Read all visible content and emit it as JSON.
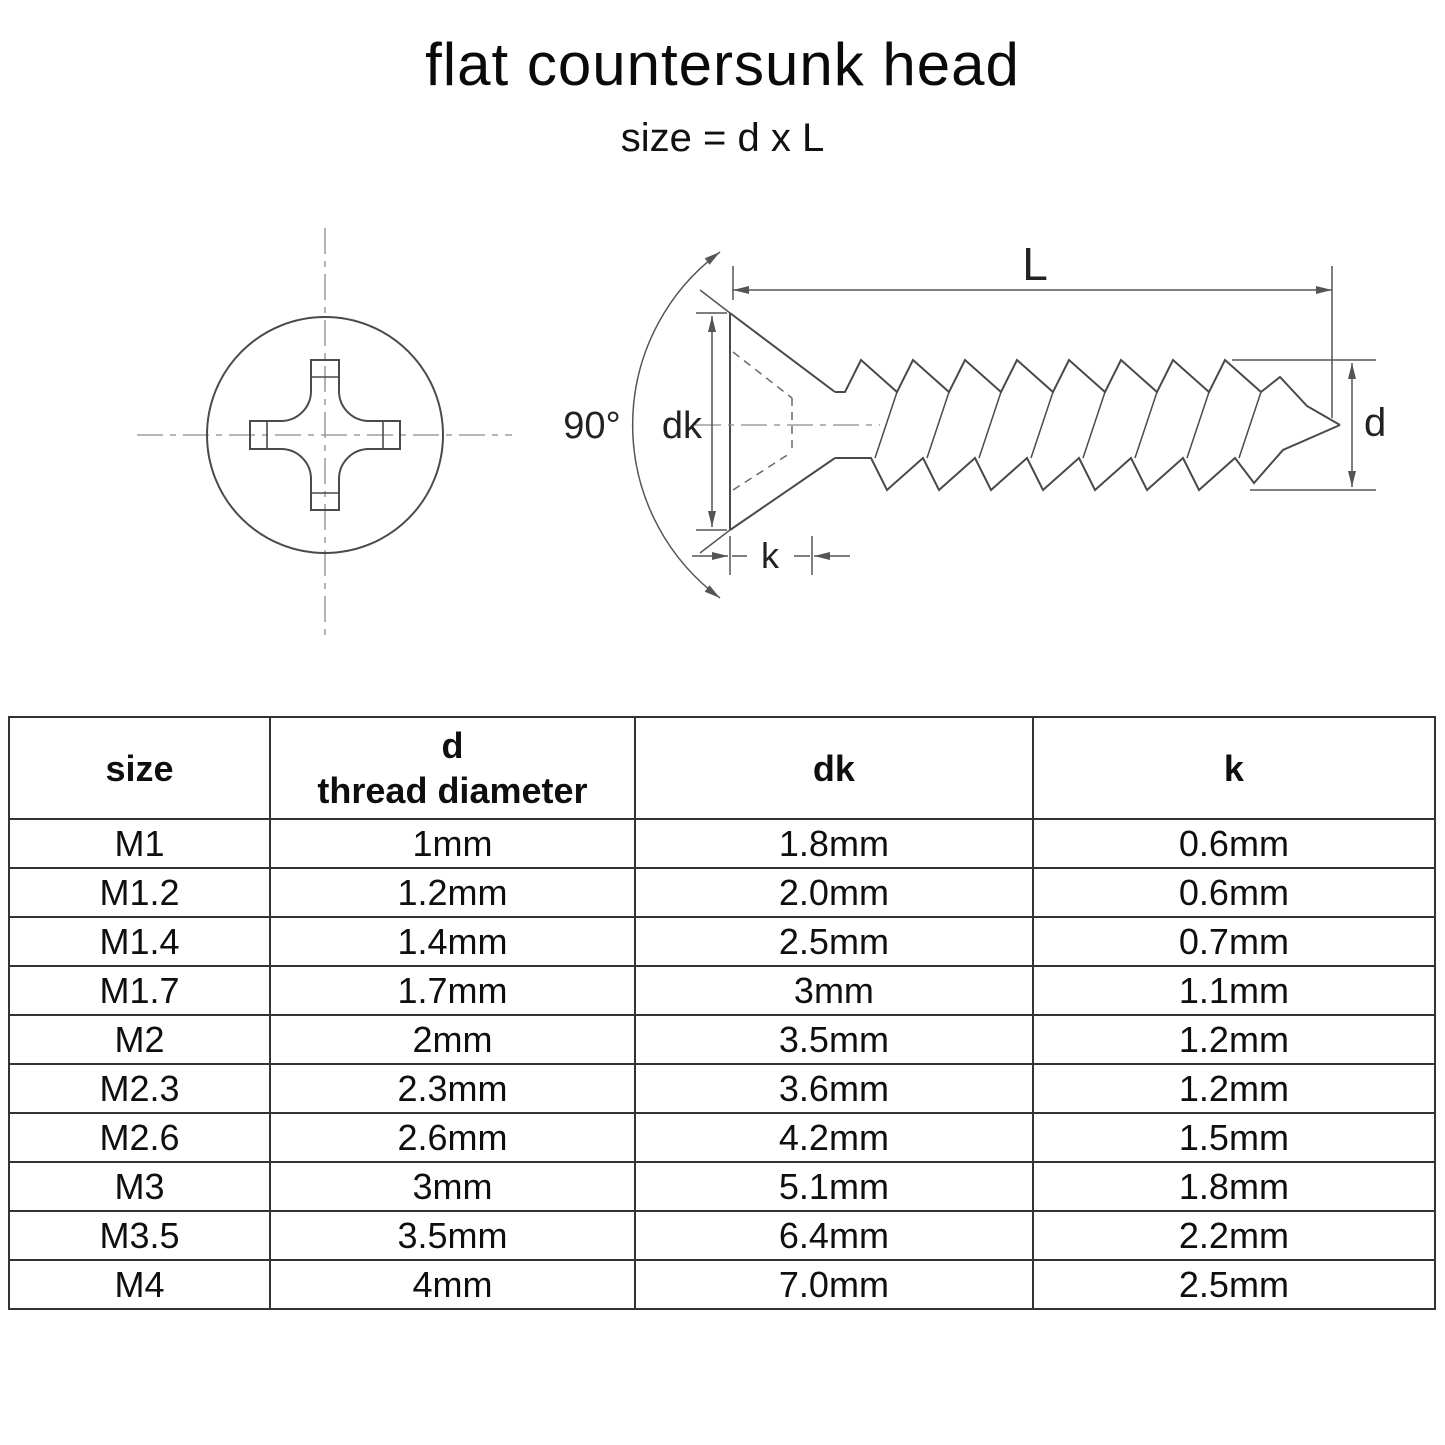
{
  "title": "flat countersunk head",
  "subtitle": "size = d x L",
  "diagram": {
    "angle_label": "90°",
    "dk_label": "dk",
    "L_label": "L",
    "d_label": "d",
    "k_label": "k"
  },
  "table": {
    "columns": {
      "size": "size",
      "d_line1": "d",
      "d_line2": "thread diameter",
      "dk": "dk",
      "k": "k"
    },
    "rows": [
      {
        "size": "M1",
        "d": "1mm",
        "dk": "1.8mm",
        "k": "0.6mm"
      },
      {
        "size": "M1.2",
        "d": "1.2mm",
        "dk": "2.0mm",
        "k": "0.6mm"
      },
      {
        "size": "M1.4",
        "d": "1.4mm",
        "dk": "2.5mm",
        "k": "0.7mm"
      },
      {
        "size": "M1.7",
        "d": "1.7mm",
        "dk": "3mm",
        "k": "1.1mm"
      },
      {
        "size": "M2",
        "d": "2mm",
        "dk": "3.5mm",
        "k": "1.2mm"
      },
      {
        "size": "M2.3",
        "d": "2.3mm",
        "dk": "3.6mm",
        "k": "1.2mm"
      },
      {
        "size": "M2.6",
        "d": "2.6mm",
        "dk": "4.2mm",
        "k": "1.5mm"
      },
      {
        "size": "M3",
        "d": "3mm",
        "dk": "5.1mm",
        "k": "1.8mm"
      },
      {
        "size": "M3.5",
        "d": "3.5mm",
        "dk": "6.4mm",
        "k": "2.2mm"
      },
      {
        "size": "M4",
        "d": "4mm",
        "dk": "7.0mm",
        "k": "2.5mm"
      }
    ]
  },
  "colors": {
    "line": "#4a4a4a",
    "centerline": "#8a8a8a",
    "dimension": "#555555",
    "table_border": "#333333"
  }
}
